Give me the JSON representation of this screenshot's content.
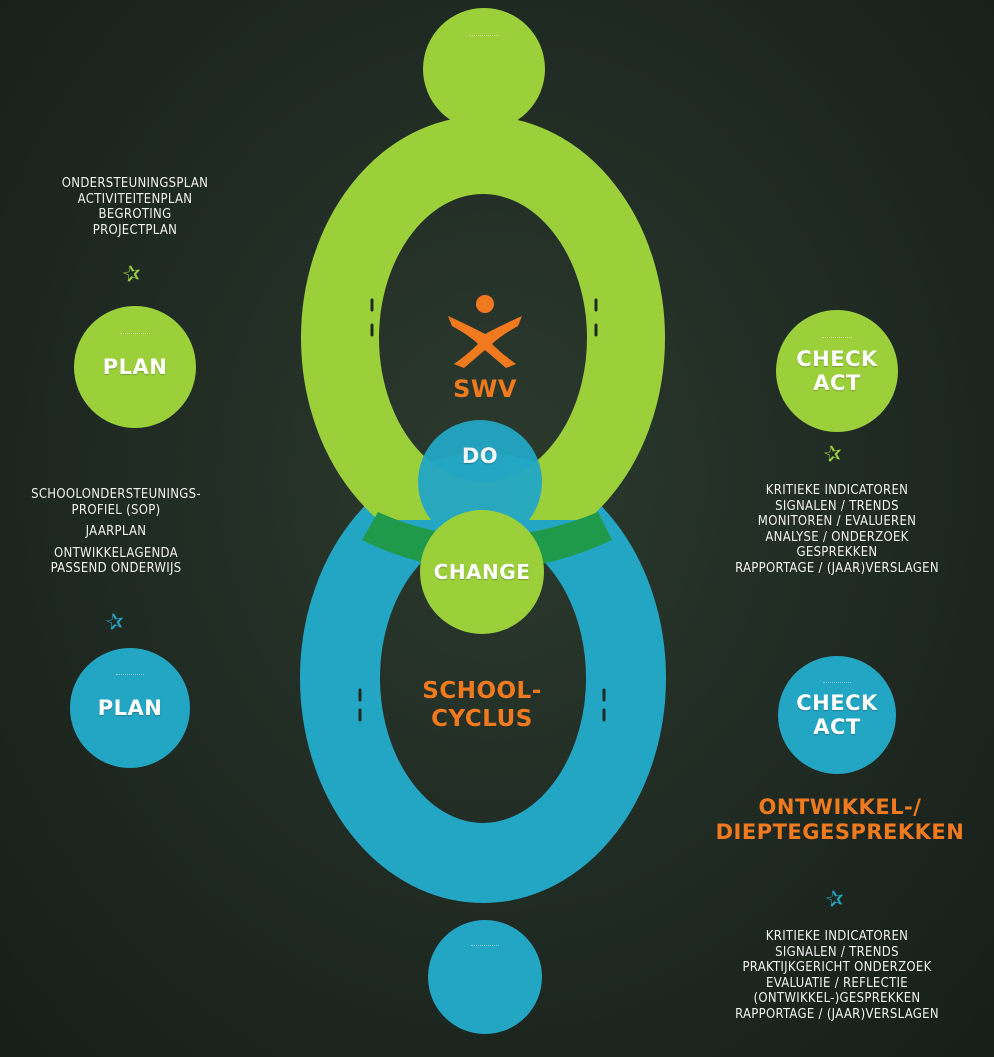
{
  "colors": {
    "green": "#9bd03b",
    "blue": "#23a6c4",
    "dark_green": "#1f9a4a",
    "orange": "#f07a1d",
    "background": "#1f2a22"
  },
  "swv": {
    "logo_icon": "person-jumping-icon",
    "label": "SWV"
  },
  "school": {
    "label_line1": "SCHOOL-",
    "label_line2": "CYCLUS"
  },
  "center": {
    "do_label": "DO",
    "change_label": "CHANGE"
  },
  "left_top": {
    "lines": [
      "ONDERSTEUNINGSPLAN",
      "ACTIVITEITENPLAN",
      "BEGROTING",
      "PROJECTPLAN"
    ],
    "star_icon": "star-icon",
    "circle_label": "PLAN"
  },
  "left_bottom": {
    "lines": [
      "SCHOOLONDERSTEUNINGS-",
      "PROFIEL (SOP)",
      "JAARPLAN",
      "ONTWIKKELAGENDA",
      "PASSEND ONDERWIJS"
    ],
    "star_icon": "star-icon",
    "circle_label": "PLAN"
  },
  "right_top": {
    "circle_label_line1": "CHECK",
    "circle_label_line2": "ACT",
    "star_icon": "star-icon",
    "lines": [
      "KRITIEKE INDICATOREN",
      "SIGNALEN / TRENDS",
      "MONITOREN / EVALUEREN",
      "ANALYSE / ONDERZOEK",
      "GESPREKKEN",
      "RAPPORTAGE / (JAAR)VERSLAGEN"
    ]
  },
  "right_bottom": {
    "circle_label_line1": "CHECK",
    "circle_label_line2": "ACT",
    "heading_line1": "ONTWIKKEL-/",
    "heading_line2": "DIEPTEGESPREKKEN",
    "star_icon": "star-icon",
    "lines": [
      "KRITIEKE INDICATOREN",
      "SIGNALEN / TRENDS",
      "PRAKTIJKGERICHT ONDERZOEK",
      "EVALUATIE / REFLECTIE",
      "(ONTWIKKEL-)GESPREKKEN",
      "RAPPORTAGE / (JAAR)VERSLAGEN"
    ]
  }
}
